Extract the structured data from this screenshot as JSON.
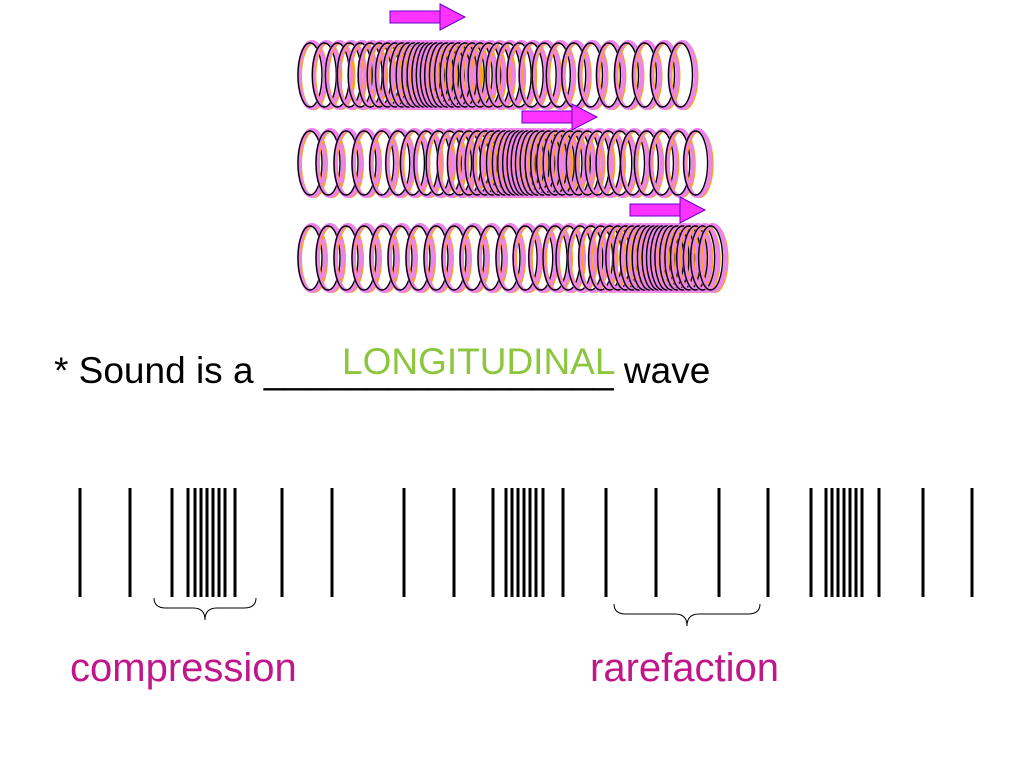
{
  "slide": {
    "arrow_color": "#ff33ff",
    "coil_color": "#ee82ee",
    "coil_outline": "#000000",
    "coil_shadow": "#ffa500",
    "sentence": {
      "prefix": "* Sound is a ",
      "blank": "_________________",
      "suffix": " wave",
      "answer": "LONGITUDINAL",
      "answer_color": "#8cc63f"
    },
    "labels": {
      "compression": "compression",
      "rarefaction": "rarefaction",
      "color": "#c0168a"
    }
  }
}
